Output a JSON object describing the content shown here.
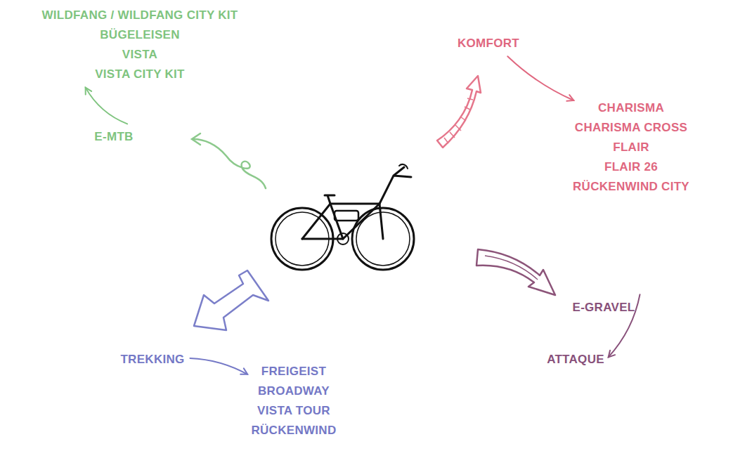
{
  "diagram": {
    "nodes": [
      {
        "text": [
          "WILDFANG / WILDFANG CITY KIT",
          "BÜGELEISEN",
          "VISTA",
          "VISTA CITY KIT"
        ]
      },
      {
        "text": [
          "E-MTB"
        ]
      },
      {
        "text": [
          "KOMFORT"
        ]
      },
      {
        "text": [
          "CHARISMA",
          "CHARISMA CROSS",
          "FLAIR",
          "FLAIR 26",
          "RÜCKENWIND CITY"
        ]
      },
      {
        "text": [
          "E-GRAVEL"
        ]
      },
      {
        "text": [
          "ATTAQUE"
        ]
      },
      {
        "text": [
          "TREKKING"
        ]
      },
      {
        "text": [
          "FREIGEIST",
          "BROADWAY",
          "VISTA TOUR",
          "RÜCKENWIND"
        ]
      }
    ],
    "edges": [
      {
        "from": 1,
        "to": 0,
        "arrow": "to"
      },
      {
        "from": 2,
        "to": 3,
        "arrow": "to"
      },
      {
        "from": 4,
        "to": 5,
        "arrow": "to"
      },
      {
        "from": 6,
        "to": 7,
        "arrow": "to"
      }
    ]
  }
}
